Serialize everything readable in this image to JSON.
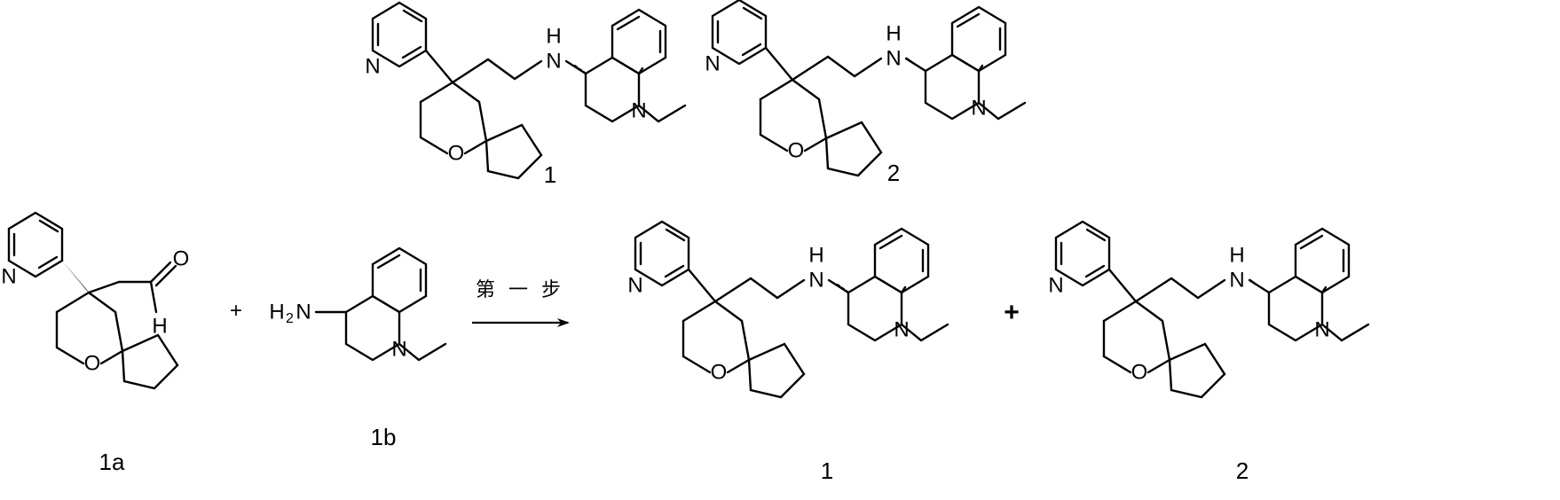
{
  "scheme": {
    "step_label": "第 一 步",
    "plus_sign": "+",
    "labels": {
      "top_left": "1",
      "top_right": "2",
      "reactant_aldehyde": "1a",
      "reactant_amine": "1b",
      "product_left": "1",
      "product_right": "2"
    }
  },
  "atoms": {
    "N": "N",
    "O": "O",
    "H": "H",
    "NH_H": "H",
    "H2N_H": "H",
    "H2N_sub": "2",
    "H2N_N": "N"
  },
  "colors": {
    "ink": "#000000",
    "background": "#ffffff"
  }
}
